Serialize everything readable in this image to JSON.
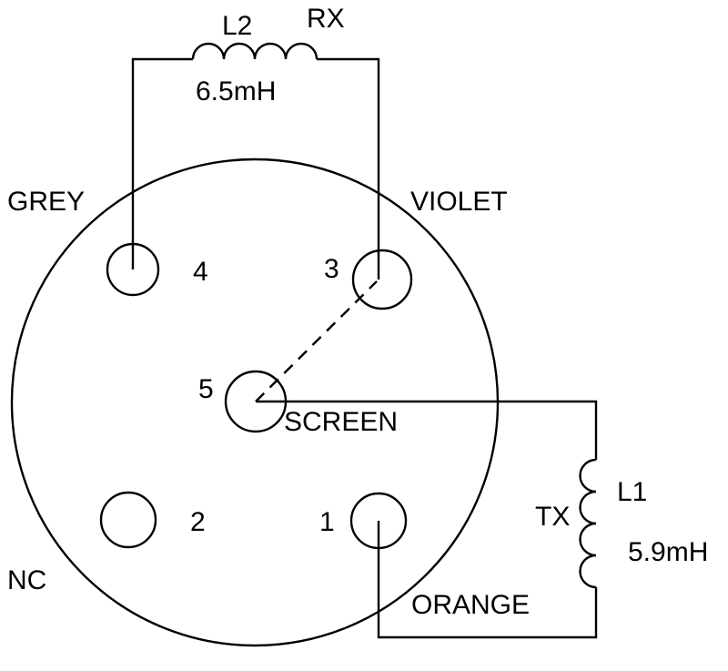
{
  "colors": {
    "line": "#000000",
    "background": "#ffffff"
  },
  "labels": {
    "l2": "L2",
    "rx": "RX",
    "l2_value": "6.5mH",
    "grey": "GREY",
    "violet": "VIOLET",
    "pin4": "4",
    "pin3": "3",
    "pin5": "5",
    "screen": "SCREEN",
    "pin2": "2",
    "pin1": "1",
    "nc": "NC",
    "orange": "ORANGE",
    "tx": "TX",
    "l1": "L1",
    "l1_value": "5.9mH"
  }
}
